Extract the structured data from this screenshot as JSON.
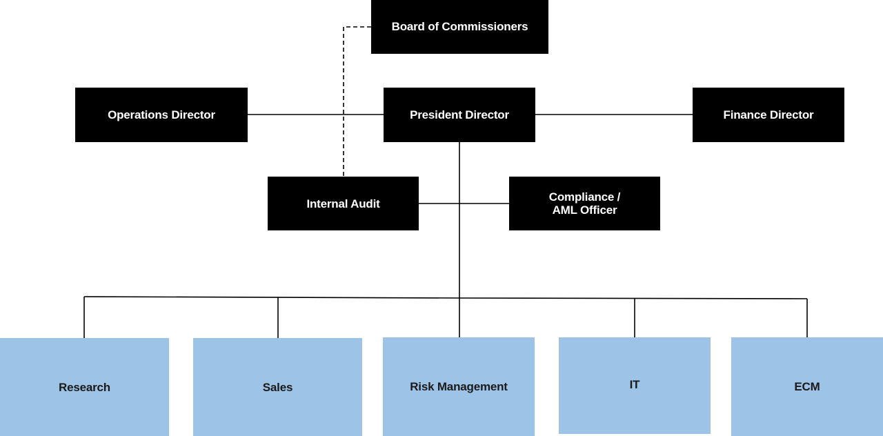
{
  "org_chart": {
    "board": "Board of Commissioners",
    "operations_director": "Operations Director",
    "president_director": "President Director",
    "finance_director": "Finance Director",
    "internal_audit": "Internal Audit",
    "compliance": "Compliance /\nAML Officer",
    "departments": [
      "Research",
      "Sales",
      "Risk Management",
      "IT",
      "ECM"
    ]
  },
  "colors": {
    "executive_box": "#000000",
    "executive_text": "#ffffff",
    "department_box": "#9dc3e6",
    "department_text": "#1a1a1a",
    "connector": "#000000"
  }
}
